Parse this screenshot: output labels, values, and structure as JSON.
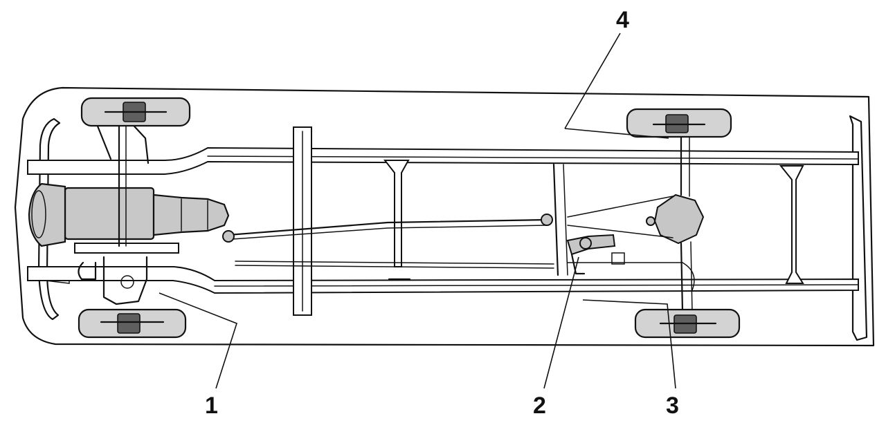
{
  "callouts": [
    {
      "id": "1",
      "label": "1"
    },
    {
      "id": "2",
      "label": "2"
    },
    {
      "id": "3",
      "label": "3"
    },
    {
      "id": "4",
      "label": "4"
    }
  ],
  "colors": {
    "line": "#111111",
    "wheel_fill": "#d3d3d3",
    "engine_fill": "#c8c8c8",
    "hub_fill": "#5f5f5f",
    "background": "#ffffff"
  }
}
